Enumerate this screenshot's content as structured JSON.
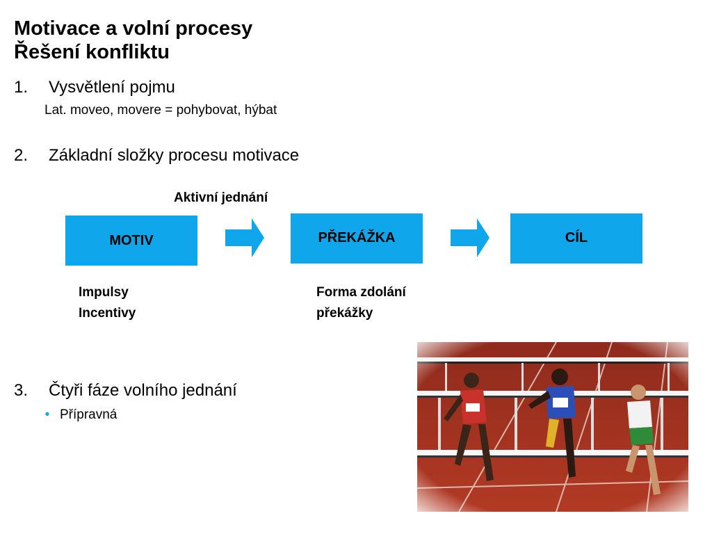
{
  "title": {
    "line1": "Motivace a volní procesy",
    "line2": "Řešení konfliktu"
  },
  "sections": [
    {
      "number": "1.",
      "heading": "Vysvětlení pojmu",
      "subtext": "Lat. moveo, movere = pohybovat, hýbat"
    },
    {
      "number": "2.",
      "heading": "Základní složky procesu motivace"
    },
    {
      "number": "3.",
      "heading": "Čtyři fáze volního jednání",
      "bullets": [
        "Přípravná"
      ]
    }
  ],
  "diagram": {
    "top_label": "Aktivní jednání",
    "boxes": [
      "MOTIV",
      "PŘEKÁŽKA",
      "CÍL"
    ],
    "motiv_notes": [
      "Impulsy",
      "Incentivy"
    ],
    "prekazka_notes": [
      "Forma zdolání",
      "překážky"
    ],
    "box_color": "#10a6ec"
  },
  "image": {
    "icon": "hurdles-race-photo"
  }
}
